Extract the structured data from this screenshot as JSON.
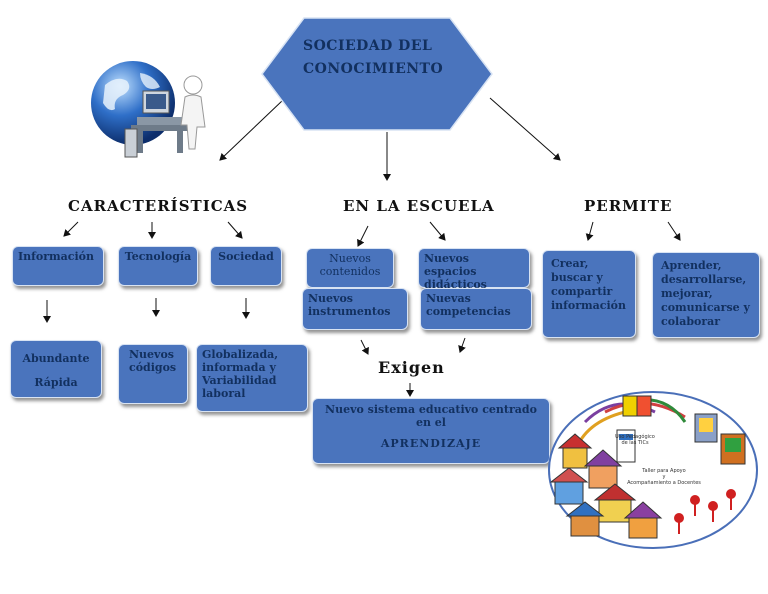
{
  "colors": {
    "box_fill": "#4a74bd",
    "box_text": "#12305f",
    "line": "#111111"
  },
  "title": "SOCIEDAD DEL CONOCIMIENTO",
  "headers": {
    "caracteristicas": "CARACTERÍSTICAS",
    "escuela": "EN LA ESCUELA",
    "permite": "PERMITE"
  },
  "caracteristicas": {
    "informacion": "Información",
    "tecnologia": "Tecnología",
    "sociedad": "Sociedad",
    "abundante": "Abundante\nRápida",
    "nuevos_codigos": "Nuevos\ncódigos",
    "globalizada": "Globalizada,\ninformada y\nVariabilidad\nlaboral"
  },
  "escuela": {
    "nuevos_contenidos": "Nuevos\ncontenidos",
    "nuevos_espacios": "Nuevos espacios\ndidácticos",
    "nuevos_instrumentos": "Nuevos\ninstrumentos",
    "nuevas_competencias": "Nuevas\ncompetencias",
    "exigen": "Exigen",
    "sistema_educativo": "Nuevo sistema educativo centrado\nen el",
    "aprendizaje": "APRENDIZAJE"
  },
  "permite": {
    "crear": "Crear,\nbuscar y\ncompartir\ninformación",
    "aprender": "Aprender,\ndesarrollarse,\nmejorar,\ncomunicarse y\ncolaborar"
  },
  "illustration_labels": {
    "uso_pedagogico": "Uso Pedagógico\nde las TICs",
    "taller": "Taller para Apoyo\ny\nAcompañamiento a Docentes"
  },
  "icons": {
    "computer": "globe-computer-icon",
    "network": "network-village-illustration"
  }
}
